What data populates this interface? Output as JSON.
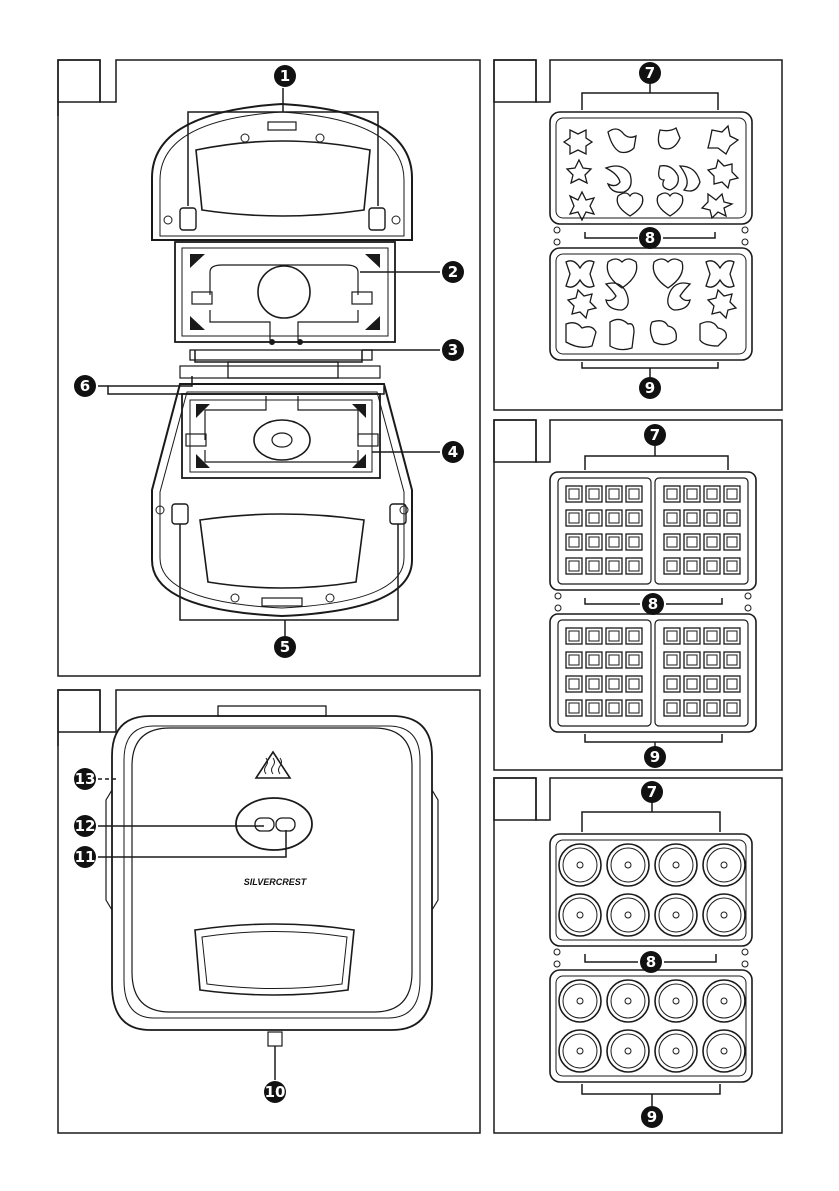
{
  "callouts": {
    "c1": "1",
    "c2": "2",
    "c3": "3",
    "c4": "4",
    "c5": "5",
    "c6": "6",
    "c7": "7",
    "c8": "8",
    "c9": "9",
    "c10": "10",
    "c11": "11",
    "c12": "12",
    "c13": "13"
  },
  "brand": "SILVERCREST",
  "colors": {
    "line": "#1a1a1a",
    "badge": "#111111",
    "paper": "#ffffff"
  },
  "icons": {
    "hot_surface": "hot-surface-warning-icon"
  }
}
